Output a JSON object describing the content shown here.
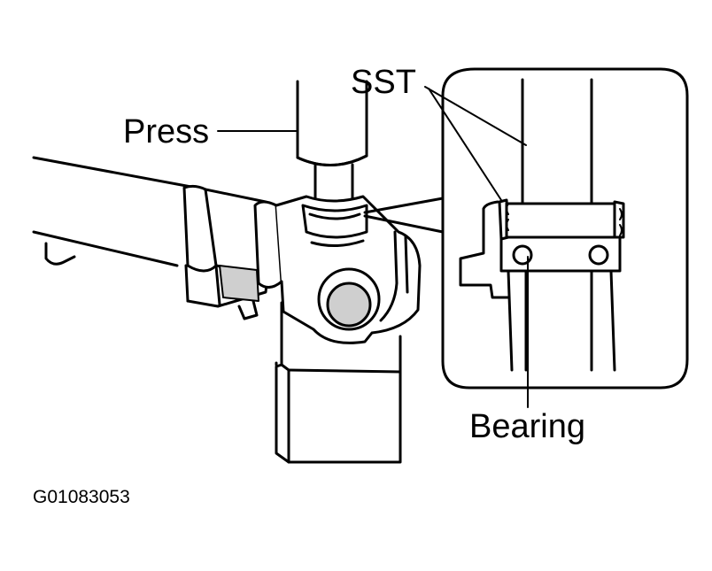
{
  "labels": {
    "press": "Press",
    "sst": "SST",
    "bearing": "Bearing"
  },
  "figure_code": "G01083053",
  "colors": {
    "ink": "#000000",
    "paper": "#ffffff",
    "shade": "#cfcfcf"
  }
}
